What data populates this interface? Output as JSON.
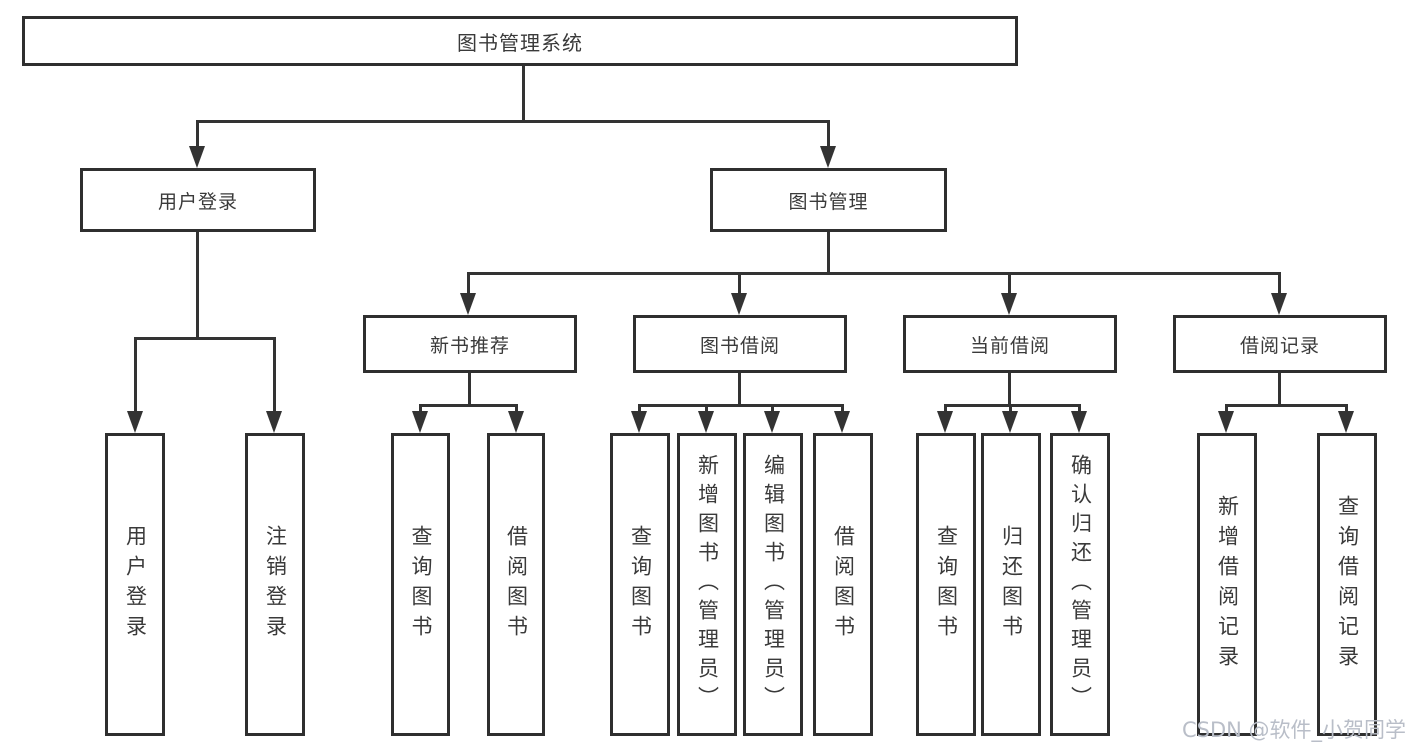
{
  "watermark": "CSDN @软件_小贺同学",
  "tree": {
    "root": "图书管理系统",
    "user_login": "用户登录",
    "book_mgmt": "图书管理",
    "new_book_rec": "新书推荐",
    "book_borrow": "图书借阅",
    "current_borrow": "当前借阅",
    "borrow_record": "借阅记录",
    "leaves": {
      "user_login": [
        "用户登录",
        "注销登录"
      ],
      "new_book_rec": [
        "查询图书",
        "借阅图书"
      ],
      "book_borrow": [
        "查询图书",
        "新增图书（管理员）",
        "编辑图书（管理员）",
        "借阅图书"
      ],
      "current_borrow": [
        "查询图书",
        "归还图书",
        "确认归还（管理员）"
      ],
      "borrow_record": [
        "新增借阅记录",
        "查询借阅记录"
      ]
    }
  }
}
